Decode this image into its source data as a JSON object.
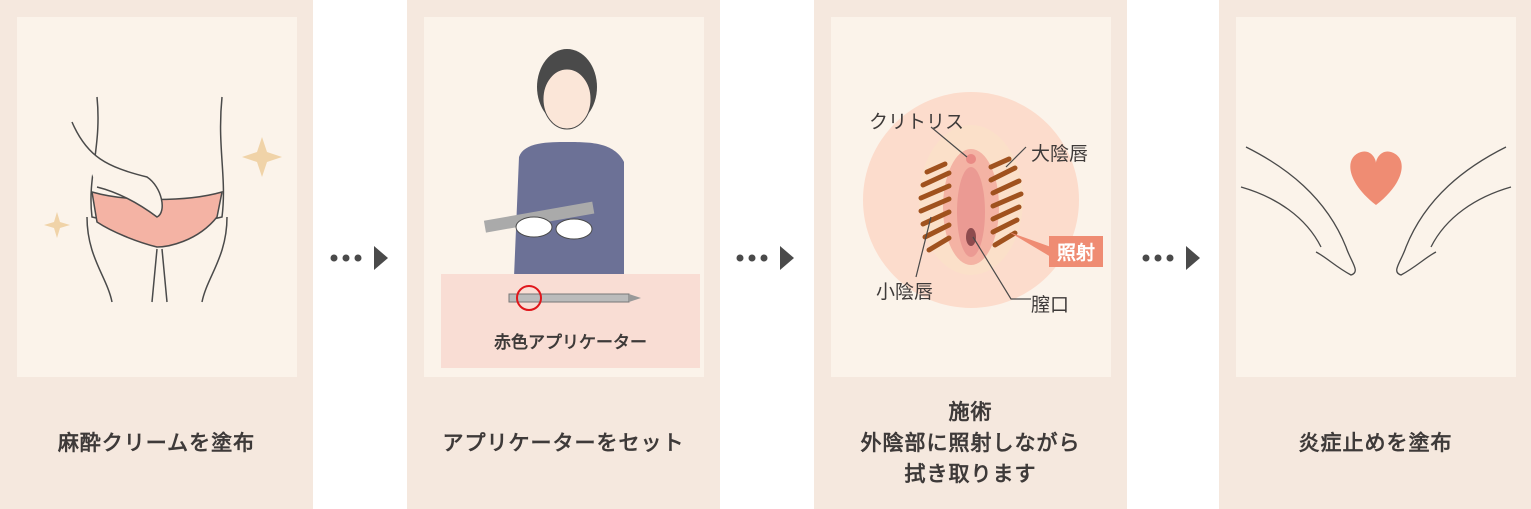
{
  "steps": [
    {
      "caption": "麻酔クリームを塗布"
    },
    {
      "caption": "アプリケーターをセット",
      "applicator_label": "赤色アプリケーター"
    },
    {
      "caption_lines": [
        "施術",
        "外陰部に照射しながら",
        "拭き取ります"
      ],
      "labels": {
        "clitoris": "クリトリス",
        "labia_majora": "大陰唇",
        "labia_minora": "小陰唇",
        "vaginal_opening": "膣口",
        "irradiation": "照射"
      }
    },
    {
      "caption": "炎症止めを塗布"
    }
  ],
  "colors": {
    "panel": "#f5e8de",
    "image_bg": "#fbf3ea",
    "accent": "#ef8c73",
    "stripe": "#a0521e"
  }
}
